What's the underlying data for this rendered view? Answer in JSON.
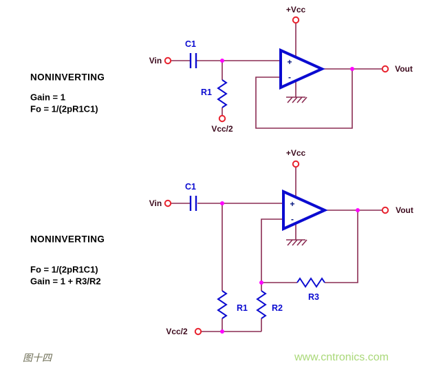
{
  "page": {
    "figure_caption": "图十四",
    "watermark": "www.cntronics.com"
  },
  "colors": {
    "wire": "#8a2b52",
    "component_blue": "#0b0bd0",
    "terminal_red": "#e8212d",
    "junction_magenta": "#ff00ff",
    "node_text": "#3d0b1e",
    "formula_text": "#000000",
    "caption_olive": "#6b6b52",
    "watermark_green": "#a9d878"
  },
  "circuit1": {
    "title": "NONINVERTING",
    "gain_formula": "Gain = 1",
    "fo_formula": {
      "prefix": "Fo = 1/(2",
      "pi": "p",
      "suffix": "R1C1)"
    },
    "labels": {
      "vin": "Vin",
      "vout": "Vout",
      "vcc": "+Vcc",
      "vcc_half": "Vcc/2",
      "c1": "C1",
      "r1": "R1",
      "opamp_plus": "+",
      "opamp_minus": "-"
    }
  },
  "circuit2": {
    "title": "NONINVERTING",
    "fo_formula": {
      "prefix": "Fo = 1/(2",
      "pi": "p",
      "suffix": "R1C1)"
    },
    "gain_formula": "Gain = 1 + R3/R2",
    "labels": {
      "vin": "Vin",
      "vout": "Vout",
      "vcc": "+Vcc",
      "vcc_half": "Vcc/2",
      "c1": "C1",
      "r1": "R1",
      "r2": "R2",
      "r3": "R3",
      "opamp_plus": "+",
      "opamp_minus": "-"
    }
  }
}
